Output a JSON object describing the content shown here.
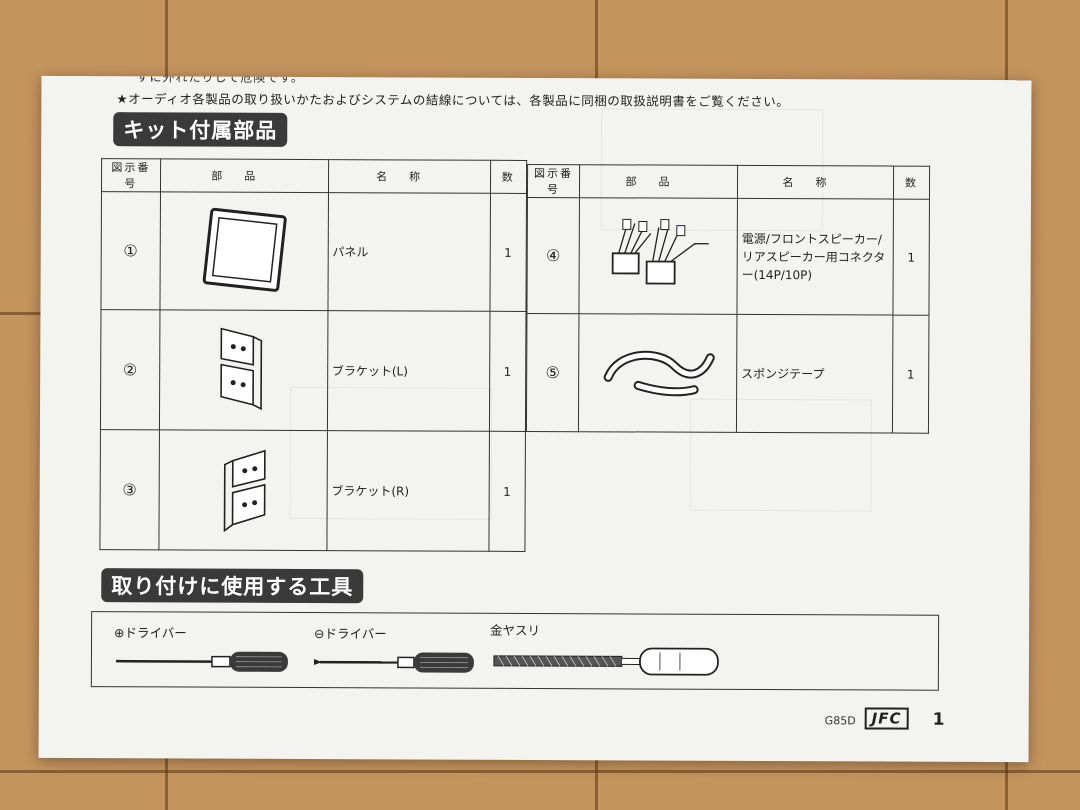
{
  "page": {
    "cutoff_text": "すに外れたりして危険です。",
    "note": "★オーディオ各製品の取り扱いかたおよびシステムの結線については、各製品に同梱の取扱説明書をご覧ください。",
    "kit_heading": "キット付属部品",
    "tools_heading": "取り付けに使用する工具"
  },
  "table": {
    "headers": {
      "fig": "図示番号",
      "part": "部品",
      "name": "名称",
      "qty": "数"
    },
    "left_rows": [
      {
        "num": "①",
        "name": "パネル",
        "qty": "1",
        "icon": "panel-frame-icon"
      },
      {
        "num": "②",
        "name": "ブラケット(L)",
        "qty": "1",
        "icon": "bracket-left-icon"
      },
      {
        "num": "③",
        "name": "ブラケット(R)",
        "qty": "1",
        "icon": "bracket-right-icon"
      }
    ],
    "right_rows": [
      {
        "num": "④",
        "name": "電源/フロントスピーカー/リアスピーカー用コネクター(14P/10P)",
        "qty": "1",
        "icon": "connector-harness-icon"
      },
      {
        "num": "⑤",
        "name": "スポンジテープ",
        "qty": "1",
        "icon": "sponge-tape-icon"
      }
    ]
  },
  "tools": [
    {
      "label": "⊕ドライバー",
      "icon": "phillips-screwdriver-icon"
    },
    {
      "label": "⊖ドライバー",
      "icon": "flathead-screwdriver-icon"
    },
    {
      "label": "金ヤスリ",
      "icon": "metal-file-icon"
    }
  ],
  "footer": {
    "code": "G85D",
    "logo": "JFC",
    "page_number": "1"
  },
  "colors": {
    "paper": "#f3f4f0",
    "floor": "#c4935e",
    "heading_bg": "#3a3a3a",
    "ink": "#222222"
  }
}
